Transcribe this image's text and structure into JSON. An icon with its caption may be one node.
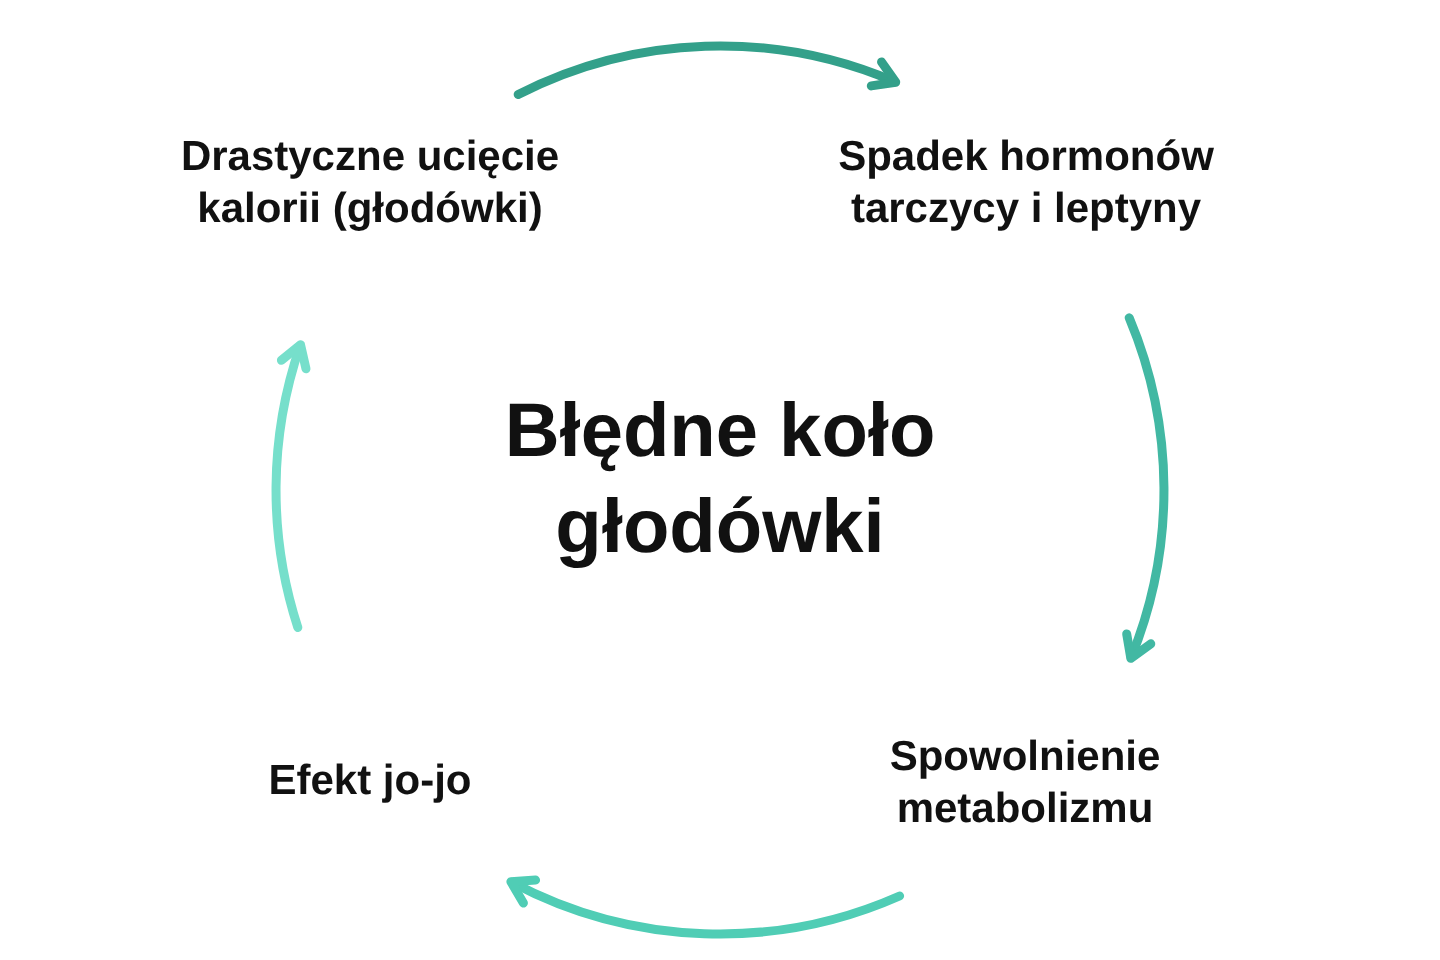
{
  "diagram": {
    "title": "Błędne koło głodówki",
    "nodes": [
      {
        "text": [
          "Drastyczne ucięcie kalorii (głodówki)"
        ]
      },
      {
        "text": [
          "Spadek hormonów tarczycy i leptyny"
        ]
      },
      {
        "text": [
          "Spowolnienie metabolizmu"
        ]
      },
      {
        "text": [
          "Efekt jo-jo"
        ]
      }
    ],
    "edges": [
      {
        "from": 0,
        "to": 1,
        "arrow": "to",
        "color": "#33a08a"
      },
      {
        "from": 1,
        "to": 2,
        "arrow": "to",
        "color": "#42b8a3"
      },
      {
        "from": 2,
        "to": 3,
        "arrow": "to",
        "color": "#50cdb5"
      },
      {
        "from": 3,
        "to": 0,
        "arrow": "to",
        "color": "#76dfcb"
      }
    ]
  }
}
